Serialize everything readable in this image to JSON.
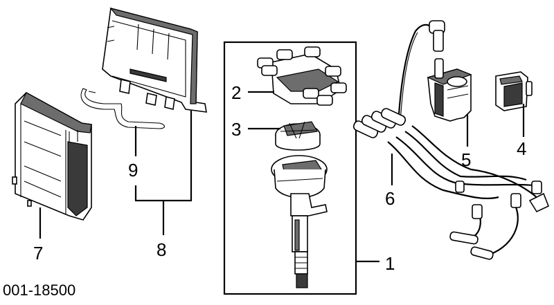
{
  "diagram": {
    "catalog_number": "001-18500",
    "callouts": {
      "c1": "1",
      "c2": "2",
      "c3": "3",
      "c4": "4",
      "c5": "5",
      "c6": "6",
      "c7": "7",
      "c8": "8",
      "c9": "9"
    }
  }
}
